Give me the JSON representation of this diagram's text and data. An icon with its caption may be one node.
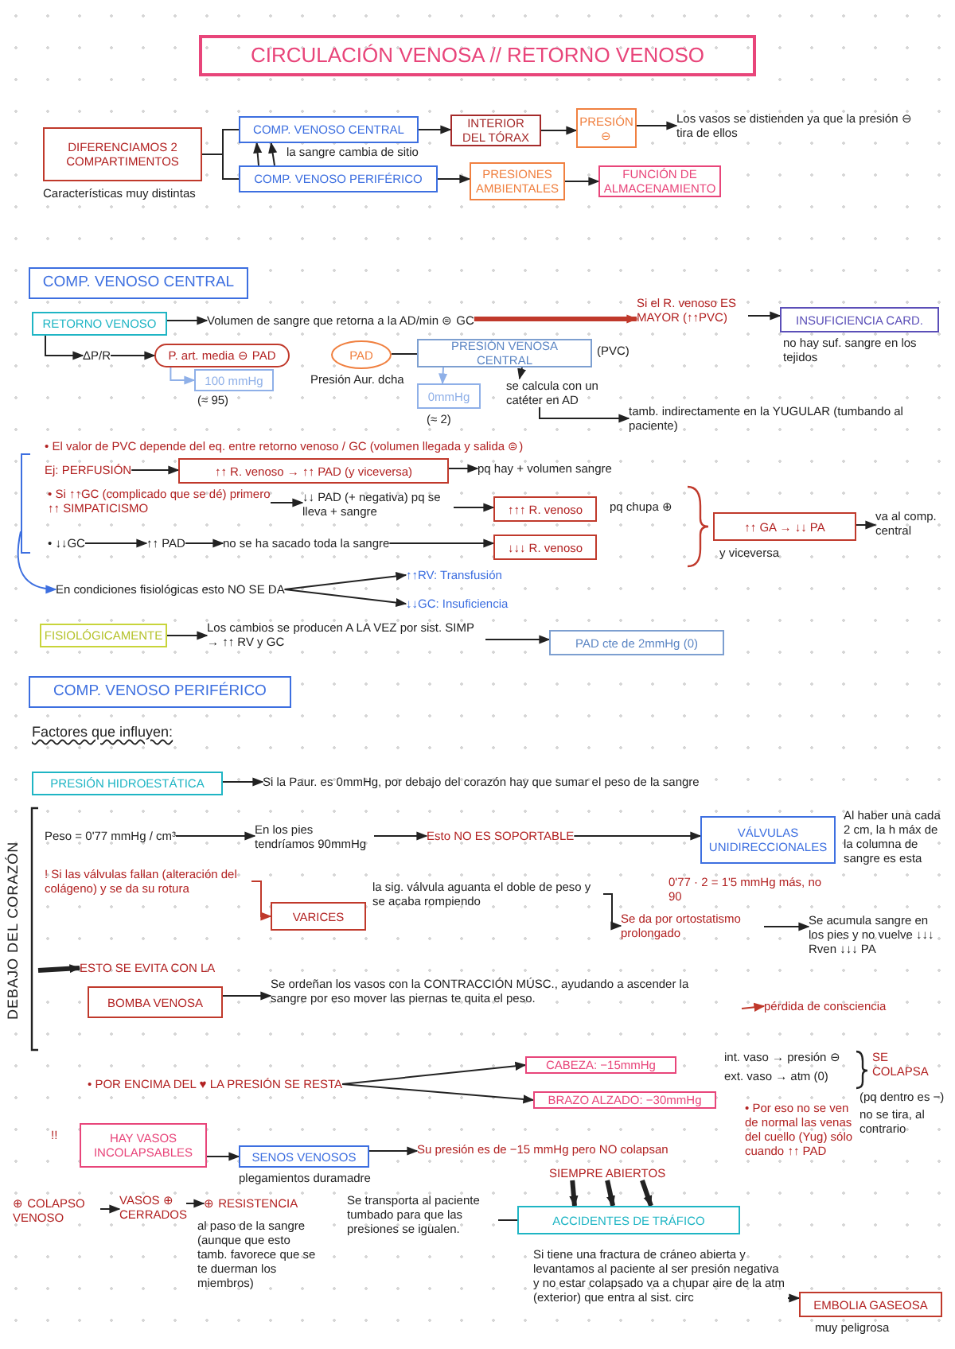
{
  "diagram": {
    "title": "CIRCULACIÓN VENOSA // RETORNO VENOSO",
    "nodes": [
      {
        "text": [
          "DIFERENCIAMOS 2 COMPARTIMENTOS"
        ],
        "beside": [
          "Características muy distintas"
        ]
      },
      {
        "text": [
          "COMP. VENOSO CENTRAL"
        ]
      },
      {
        "text": [
          "COMP. VENOSO PERIFÉRICO"
        ]
      },
      {
        "text": [
          "INTERIOR DEL TÓRAX"
        ]
      },
      {
        "text": [
          "PRESIÓN ⊖"
        ]
      },
      {
        "text": [
          "Los vasos se distienden ya que la presión ⊖ tira de ellos"
        ]
      },
      {
        "text": [
          "PRESIONES AMBIENTALES"
        ]
      },
      {
        "text": [
          "FUNCIÓN DE ALMACENAMIENTO"
        ]
      },
      {
        "text": [
          "COMP. VENOSO CENTRAL"
        ]
      },
      {
        "text": [
          "RETORNO VENOSO"
        ]
      },
      {
        "text": [
          "Volumen de sangre que retorna a la AD/min ⊜ GC"
        ]
      },
      {
        "text": [
          "Si el R. venoso ES MAYOR (↑↑PVC)"
        ]
      },
      {
        "text": [
          "INSUFICIENCIA CARD."
        ],
        "beside": [
          "no hay suf. sangre en los tejidos"
        ]
      },
      {
        "text": [
          "ΔP/R"
        ]
      },
      {
        "text": [
          "P. art. media ⊖ PAD"
        ]
      },
      {
        "text": [
          "100 mmHg"
        ],
        "beside": [
          "(≈ 95)"
        ]
      },
      {
        "text": [
          "PAD"
        ],
        "beside": [
          "Presión Aur. dcha"
        ]
      },
      {
        "text": [
          "PRESIÓN VENOSA CENTRAL"
        ],
        "beside": [
          "(PVC)"
        ]
      },
      {
        "text": [
          "0mmHg"
        ],
        "beside": [
          "(≈ 2)"
        ]
      },
      {
        "text": [
          "se calcula con un catéter en AD"
        ]
      },
      {
        "text": [
          "tamb. indirectamente en la YUGULAR (tumbando al paciente)"
        ]
      },
      {
        "text": [
          "Ej: PERFUSIÓN"
        ]
      },
      {
        "text": [
          "↑↑ R. venoso → ↑↑ PAD (y viceversa)"
        ]
      },
      {
        "text": [
          "pq hay + volumen sangre"
        ]
      },
      {
        "text": [
          "• Si ↑↑GC (complicado que se dé) primero ↑↑ SIMPATICISMO"
        ]
      },
      {
        "text": [
          "↓↓ PAD (+ negativa) pq se lleva + sangre"
        ]
      },
      {
        "text": [
          "↑↑↑ R. venoso"
        ],
        "beside": [
          "pq chupa ⊕"
        ]
      },
      {
        "text": [
          "• ↓↓GC"
        ]
      },
      {
        "text": [
          "↑↑ PAD"
        ]
      },
      {
        "text": [
          "no se ha sacado toda la sangre"
        ]
      },
      {
        "text": [
          "↓↓↓ R. venoso"
        ]
      },
      {
        "text": [
          "↑↑ GA → ↓↓ PA"
        ],
        "beside": [
          "y viceversa"
        ]
      },
      {
        "text": [
          "va al comp. central"
        ]
      },
      {
        "text": [
          "En condiciones fisiológicas esto NO SE DA"
        ]
      },
      {
        "text": [
          "↑↑RV: Transfusión"
        ]
      },
      {
        "text": [
          "↓↓GC: Insuficiencia"
        ]
      },
      {
        "text": [
          "FISIOLÓGICAMENTE"
        ]
      },
      {
        "text": [
          "Los cambios se producen A LA VEZ por sist. SIMP → ↑↑ RV y GC"
        ]
      },
      {
        "text": [
          "PAD cte de 2mmHg (0)"
        ]
      },
      {
        "text": [
          "COMP. VENOSO PERIFÉRICO"
        ]
      },
      {
        "text": [
          "PRESIÓN HIDROESTÁTICA"
        ]
      },
      {
        "text": [
          "Si la Paur. es 0mmHg, por debajo del corazón hay que sumar el peso de la sangre"
        ]
      },
      {
        "text": [
          "Peso = 0'77 mmHg / cm³"
        ]
      },
      {
        "text": [
          "En los pies tendríamos 90mmHg"
        ]
      },
      {
        "text": [
          "Esto NO ES SOPORTABLE"
        ]
      },
      {
        "text": [
          "VÁLVULAS UNIDIRECCIONALES"
        ],
        "beside": [
          "Al haber una cada 2 cm, la h máx de la columna de sangre es esta"
        ]
      },
      {
        "text": [
          "! Si las válvulas fallan (alteración del colágeno) y se da su rotura"
        ]
      },
      {
        "text": [
          "VARICES"
        ]
      },
      {
        "text": [
          "la sig. válvula aguanta el doble de peso y se acaba rompiendo"
        ]
      },
      {
        "text": [
          "Se da por ortostatismo prolongado"
        ]
      },
      {
        "text": [
          "Se acumula sangre en los pies y no vuelve ↓↓↓ Rven ↓↓↓ PA"
        ]
      },
      {
        "text": [
          "pérdida de consciencia"
        ]
      },
      {
        "text": [
          "ESTO SE EVITA CON LA"
        ]
      },
      {
        "text": [
          "BOMBA VENOSA"
        ]
      },
      {
        "text": [
          "Se ordeñan los vasos con la CONTRACCIÓN MÚSC., ayudando a ascender la sangre por eso mover las piernas te quita el peso."
        ]
      },
      {
        "text": [
          "• POR ENCIMA DEL ♥ LA PRESIÓN SE RESTA"
        ]
      },
      {
        "text": [
          "CABEZA: −15mmHg"
        ]
      },
      {
        "text": [
          "BRAZO ALZADO: −30mmHg"
        ]
      },
      {
        "text": [
          "HAY VASOS INCOLAPSABLES"
        ]
      },
      {
        "text": [
          "SENOS VENOSOS"
        ],
        "beside": [
          "plegamientos duramadre"
        ]
      },
      {
        "text": [
          "Su presión es de −15 mmHg pero NO colapsan"
        ]
      },
      {
        "text": [
          "SIEMPRE ABIERTOS"
        ]
      },
      {
        "text": [
          "ACCIDENTES DE TRÁFICO"
        ]
      },
      {
        "text": [
          "Se transporta al paciente tumbado para que las presiones se igualen."
        ]
      },
      {
        "text": [
          "Si tiene una fractura de cráneo abierta y levantamos al paciente al ser presión negativa y no estar colapsado va a chupar aire de la atm (exterior) que entra al sist. circ"
        ]
      },
      {
        "text": [
          "EMBOLIA GASEOSA"
        ],
        "beside": [
          "muy peligrosa"
        ]
      },
      {
        "text": [
          "⊕ COLAPSO VENOSO"
        ]
      },
      {
        "text": [
          "VASOS ⊕ CERRADOS"
        ]
      },
      {
        "text": [
          "⊕ RESISTENCIA"
        ],
        "beside": [
          "al paso de la sangre (aunque que esto tamb. favorece que se te duerman los miembros)"
        ]
      },
      {
        "text": [],
        "shape": "bracket"
      }
    ],
    "edges": [
      {
        "from": 0,
        "to": 1,
        "arrow": "none"
      },
      {
        "from": 0,
        "to": 2,
        "arrow": "none"
      },
      {
        "from": 2,
        "to": 1,
        "arrow": "to"
      },
      {
        "from": 2,
        "to": 1,
        "arrow": "to",
        "label": "la sangre cambia de sitio"
      },
      {
        "from": 1,
        "to": 3,
        "arrow": "to"
      },
      {
        "from": 3,
        "to": 4,
        "arrow": "to"
      },
      {
        "from": 4,
        "to": 5,
        "arrow": "to"
      },
      {
        "from": 2,
        "to": 6,
        "arrow": "to"
      },
      {
        "from": 6,
        "to": 7,
        "arrow": "to"
      },
      {
        "from": 9,
        "to": 10,
        "arrow": "to"
      },
      {
        "from": 10,
        "to": 11,
        "arrow": "to",
        "style": "thick",
        "color": "#c0392b"
      },
      {
        "from": 11,
        "to": 12,
        "arrow": "to"
      },
      {
        "from": 9,
        "to": 13,
        "arrow": "to"
      },
      {
        "from": 13,
        "to": 14,
        "arrow": "to"
      },
      {
        "from": 14,
        "to": 15,
        "arrow": "to",
        "color": "#8fb0e8"
      },
      {
        "from": 16,
        "to": 17,
        "arrow": "none"
      },
      {
        "from": 17,
        "to": 18,
        "arrow": "to",
        "color": "#8fb0e8"
      },
      {
        "from": 17,
        "to": 19,
        "arrow": "to"
      },
      {
        "from": 19,
        "to": 20,
        "arrow": "to"
      },
      {
        "from": 21,
        "to": 22,
        "arrow": "to"
      },
      {
        "from": 22,
        "to": 23,
        "arrow": "to"
      },
      {
        "from": 24,
        "to": 25,
        "arrow": "to"
      },
      {
        "from": 25,
        "to": 26,
        "arrow": "to"
      },
      {
        "from": 27,
        "to": 28,
        "arrow": "to"
      },
      {
        "from": 28,
        "to": 29,
        "arrow": "to"
      },
      {
        "from": 29,
        "to": 30,
        "arrow": "to"
      },
      {
        "from": 31,
        "to": 32,
        "arrow": "to"
      },
      {
        "from": 69,
        "to": 33,
        "arrow": "to",
        "color": "#3d6fe0"
      },
      {
        "from": 33,
        "to": 34,
        "arrow": "to"
      },
      {
        "from": 33,
        "to": 35,
        "arrow": "to"
      },
      {
        "from": 36,
        "to": 37,
        "arrow": "to"
      },
      {
        "from": 37,
        "to": 38,
        "arrow": "to"
      },
      {
        "from": 40,
        "to": 41,
        "arrow": "to"
      },
      {
        "from": 42,
        "to": 43,
        "arrow": "to"
      },
      {
        "from": 43,
        "to": 44,
        "arrow": "to"
      },
      {
        "from": 44,
        "to": 45,
        "arrow": "to"
      },
      {
        "from": 46,
        "to": 47,
        "arrow": "to",
        "color": "#c0392b"
      },
      {
        "from": 48,
        "to": 49,
        "arrow": "to"
      },
      {
        "from": 49,
        "to": 50,
        "arrow": "to"
      },
      {
        "from": null,
        "to": 51,
        "arrow": "to",
        "color": "#c0392b"
      },
      {
        "from": null,
        "to": 52,
        "arrow": "to",
        "style": "thick"
      },
      {
        "from": 53,
        "to": 54,
        "arrow": "to"
      },
      {
        "from": 55,
        "to": 56,
        "arrow": "to"
      },
      {
        "from": 55,
        "to": 57,
        "arrow": "to"
      },
      {
        "from": 58,
        "to": 59,
        "arrow": "to"
      },
      {
        "from": 59,
        "to": 60,
        "arrow": "to"
      },
      {
        "from": 61,
        "to": 62,
        "arrow": "to",
        "style": "thick"
      },
      {
        "from": 61,
        "to": 62,
        "arrow": "to",
        "style": "thick"
      },
      {
        "from": 61,
        "to": 62,
        "arrow": "to",
        "style": "thick"
      },
      {
        "from": 62,
        "to": 63,
        "arrow": "none"
      },
      {
        "from": 64,
        "to": 65,
        "arrow": "to"
      },
      {
        "from": 66,
        "to": 67,
        "arrow": "to"
      },
      {
        "from": 67,
        "to": 68,
        "arrow": "to"
      }
    ],
    "labels": [
      "• El valor de PVC depende del eq. entre retorno venoso / GC (volumen llegada y salida ⊜)",
      "Factores que influyen:",
      "DEBAJO DEL CORAZÓN",
      "0'77 · 2 = 1'5 mmHg más, no 90",
      "int. vaso → presión ⊖",
      "ext. vaso → atm (0)",
      "SE COLAPSA",
      "(pq dentro es −)",
      "no se tira, al contrario",
      "• Por eso no se ven de normal las venas del cuello (Yug) sólo cuando ↑↑ PAD",
      "!!"
    ]
  }
}
